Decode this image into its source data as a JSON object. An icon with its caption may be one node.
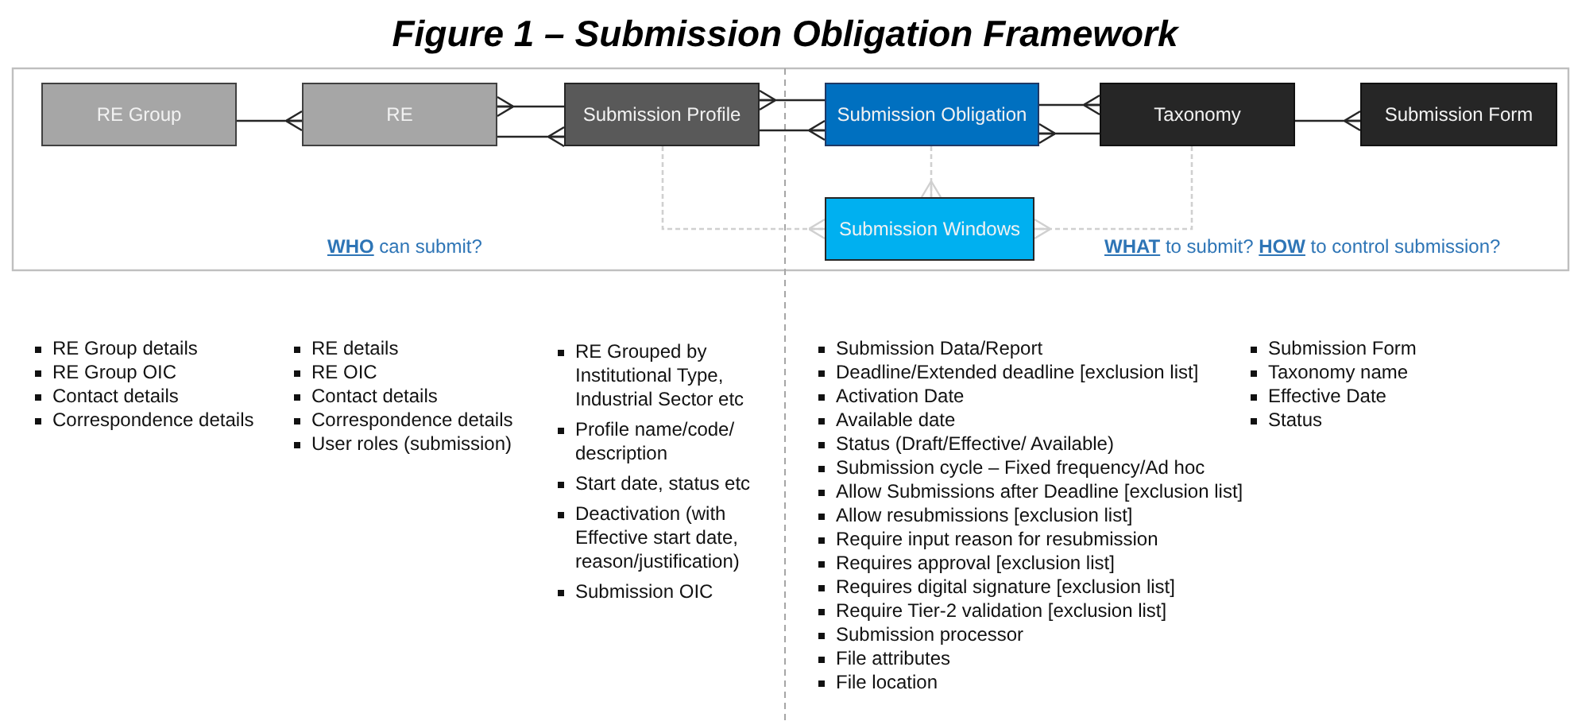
{
  "diagram": {
    "title": "Figure 1 – Submission Obligation Framework",
    "nodes": [
      {
        "text": [
          "RE  Group"
        ]
      },
      {
        "text": [
          "RE"
        ]
      },
      {
        "text": [
          "Submission Profile"
        ]
      },
      {
        "text": [
          "Submission Obligation"
        ]
      },
      {
        "text": [
          "Taxonomy"
        ]
      },
      {
        "text": [
          "Submission Form"
        ]
      },
      {
        "text": [
          "Submission Windows"
        ]
      }
    ],
    "edges": [
      {
        "from": 0,
        "to": 1,
        "arrow": "other"
      },
      {
        "from": 2,
        "to": 1,
        "arrow": "other"
      },
      {
        "from": 1,
        "to": 2,
        "arrow": "other"
      },
      {
        "from": 3,
        "to": 2,
        "arrow": "other"
      },
      {
        "from": 2,
        "to": 3,
        "arrow": "other"
      },
      {
        "from": 3,
        "to": 4,
        "arrow": "other"
      },
      {
        "from": 4,
        "to": 3,
        "arrow": "other"
      },
      {
        "from": 4,
        "to": 5,
        "arrow": "other"
      },
      {
        "from": 2,
        "to": 6,
        "arrow": "other",
        "style": "dashed",
        "color": "#d0d0d0"
      },
      {
        "from": 3,
        "to": 6,
        "arrow": "other",
        "style": "dashed",
        "color": "#d0d0d0"
      },
      {
        "from": 4,
        "to": 6,
        "arrow": "other",
        "style": "dashed",
        "color": "#d0d0d0"
      }
    ],
    "labels": [
      "**WHO** can submit?",
      "**WHAT** to submit? **HOW** to control submission?",
      "RE  Group details",
      "RE  Group OIC",
      "Contact details",
      "Correspondence details",
      "RE  details",
      "RE  OIC",
      "Contact details",
      "Correspondence details",
      "User roles (submission)",
      "RE  Grouped by Institutional Type, Industrial Sector etc",
      "Profile name/code/ description",
      "Start date, status etc",
      "Deactivation (with Effective start date, reason/justification)",
      "Submission OIC",
      "Submission Data/Report",
      "Deadline/Extended  deadline [exclusion list]",
      "Activation Date",
      "Available date",
      "Status (Draft/Effective/ Available)",
      "Submission cycle – Fixed frequency/Ad hoc",
      "Allow Submissions after Deadline [exclusion list]",
      "Allow resubmissions [exclusion list]",
      "Require input reason for resubmission",
      "Requires approval [exclusion list]",
      "Requires digital signature [exclusion list]",
      "Require Tier-2 validation  [exclusion list]",
      "Submission processor",
      "File attributes",
      "File location",
      "Submission Form",
      "Taxonomy name",
      "Effective Date",
      "Status"
    ]
  }
}
